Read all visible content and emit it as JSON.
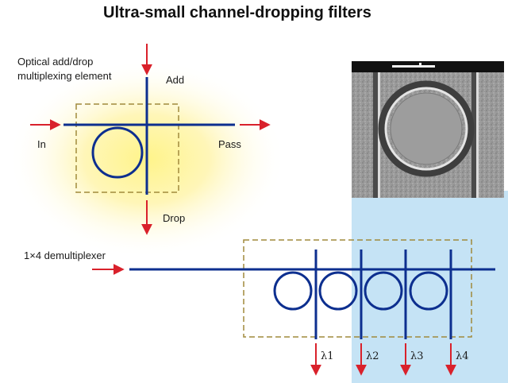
{
  "title": "Ultra-small channel-dropping filters",
  "add_drop": {
    "caption_line1": "Optical add/drop",
    "caption_line2": "multiplexing element",
    "label_add": "Add",
    "label_in": "In",
    "label_pass": "Pass",
    "label_drop": "Drop"
  },
  "demux": {
    "caption": "1×4 demultiplexer",
    "channels": [
      "λ1",
      "λ2",
      "λ3",
      "λ4"
    ]
  },
  "colors": {
    "waveguide": "#0d2f8f",
    "arrow": "#d9212b",
    "dashed_box": "#a08a3c",
    "glow": "#fff3a0",
    "panel": "#c5e3f5"
  },
  "micrograph": {
    "icon": "ring-resonator-micrograph",
    "scale_bar": true
  }
}
